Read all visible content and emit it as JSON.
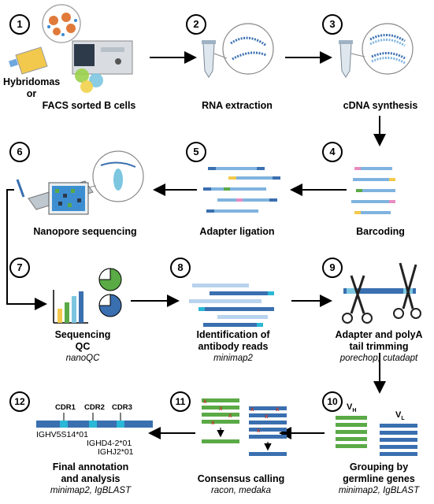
{
  "steps": [
    {
      "num": "1",
      "label1": "Hybridomas",
      "label2": "or",
      "label3": "FACS sorted B cells"
    },
    {
      "num": "2",
      "label": "RNA extraction"
    },
    {
      "num": "3",
      "label": "cDNA synthesis"
    },
    {
      "num": "4",
      "label": "Barcoding"
    },
    {
      "num": "5",
      "label": "Adapter ligation"
    },
    {
      "num": "6",
      "label": "Nanopore sequencing"
    },
    {
      "num": "7",
      "label1": "Sequencing",
      "label2": "QC",
      "tool": "nanoQC"
    },
    {
      "num": "8",
      "label1": "Identification of",
      "label2": "antibody reads",
      "tool": "minimap2"
    },
    {
      "num": "9",
      "label1": "Adapter and polyA",
      "label2": "tail trimming",
      "tool": "porechop, cutadapt"
    },
    {
      "num": "10",
      "label1": "Grouping by",
      "label2": "germline genes",
      "tool": "minimap2, IgBLAST"
    },
    {
      "num": "11",
      "label": "Consensus calling",
      "tool": "racon, medaka"
    },
    {
      "num": "12",
      "label1": "Final annotation",
      "label2": "and analysis",
      "tool": "minimap2, IgBLAST"
    }
  ],
  "annotation": {
    "cdr1": "CDR1",
    "cdr2": "CDR2",
    "cdr3": "CDR3",
    "v_gene": "IGHV5S14*01",
    "d_gene": "IGHD4-2*01",
    "j_gene": "IGHJ2*01"
  },
  "grouping": {
    "vh": "V",
    "vh_sub": "H",
    "vl": "V",
    "vl_sub": "L"
  },
  "colors": {
    "blue": "#3a6fb0",
    "light_blue": "#7fb3df",
    "green": "#5aaa46",
    "cyan": "#2bb7d6",
    "red": "#c0392b"
  }
}
